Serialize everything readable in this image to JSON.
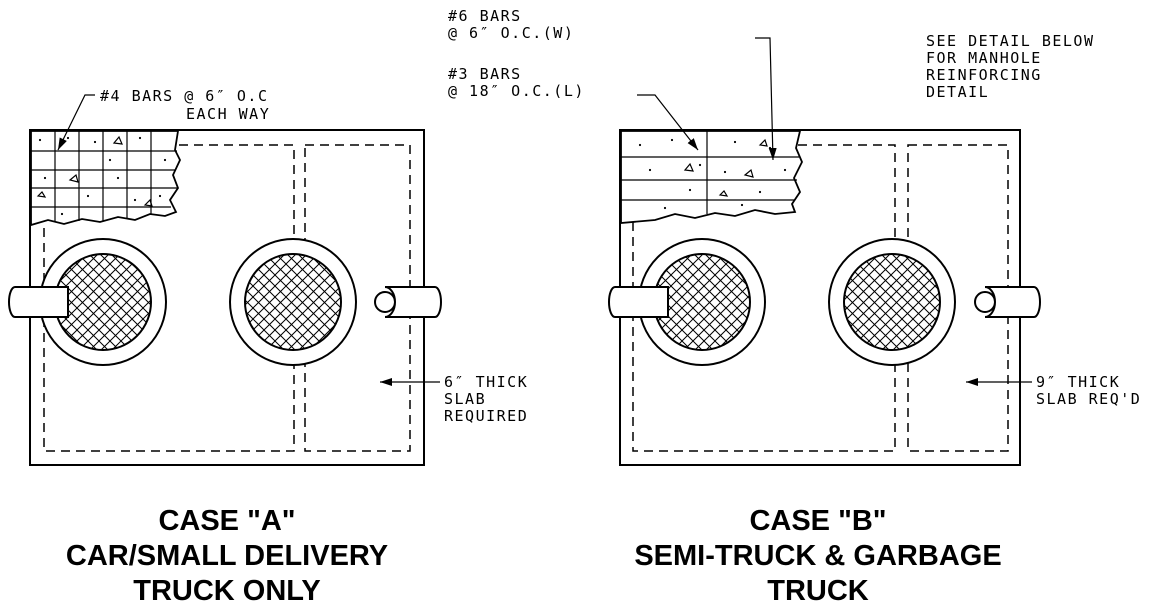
{
  "case_a": {
    "note_bars": "#4 BARS @ 6″ O.C",
    "note_bars_2": "EACH WAY",
    "note_slab_1": "6″ THICK",
    "note_slab_2": "SLAB",
    "note_slab_3": "REQUIRED",
    "caption_1": "CASE \"A\"",
    "caption_2": "CAR/SMALL DELIVERY",
    "caption_3": "TRUCK ONLY"
  },
  "case_b": {
    "note_w_1": "#6 BARS",
    "note_w_2": "@ 6″ O.C.(W)",
    "note_l_1": "#3 BARS",
    "note_l_2": "@ 18″ O.C.(L)",
    "note_detail_1": "SEE DETAIL BELOW",
    "note_detail_2": "FOR MANHOLE",
    "note_detail_3": "REINFORCING",
    "note_detail_4": "DETAIL",
    "note_slab_1": "9″ THICK",
    "note_slab_2": "SLAB REQ'D",
    "caption_1": "CASE \"B\"",
    "caption_2": "SEMI-TRUCK & GARBAGE",
    "caption_3": "TRUCK"
  }
}
